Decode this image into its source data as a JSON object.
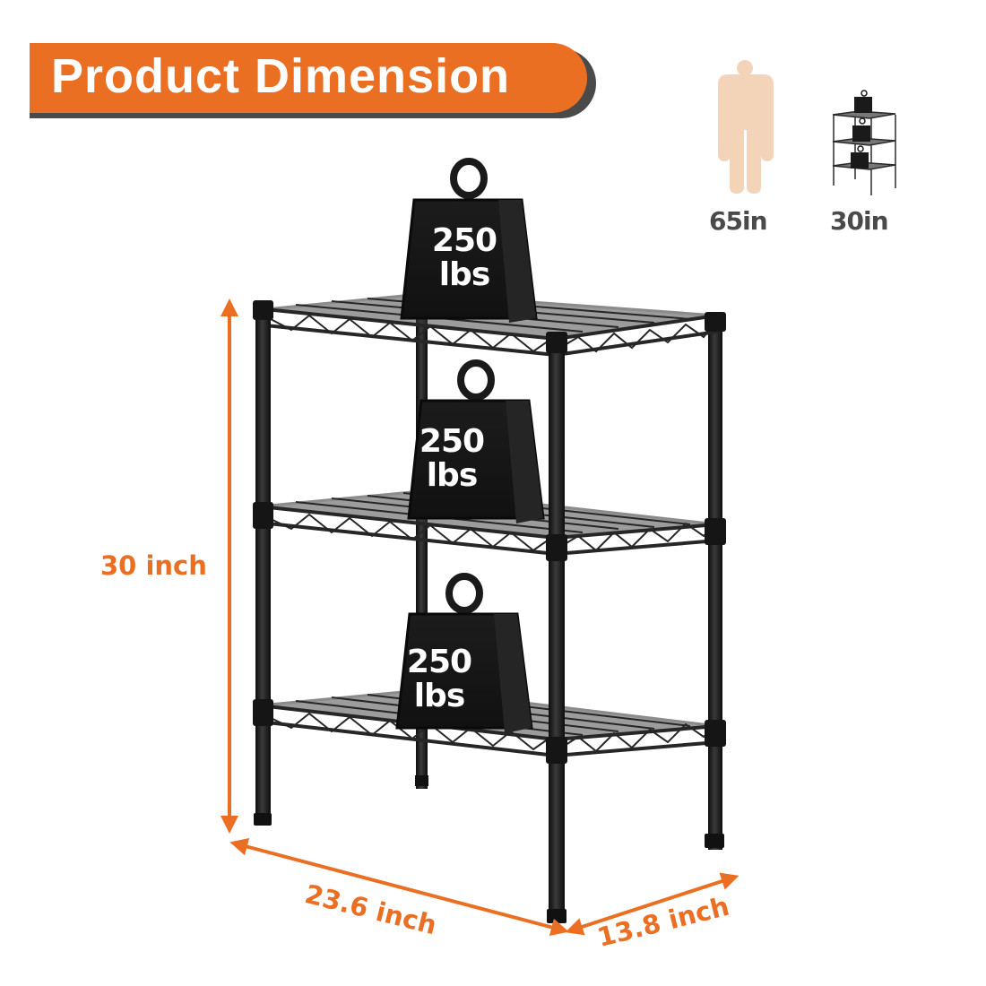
{
  "header": {
    "title": "Product Dimension",
    "accent_color": "#ea6f22",
    "shadow_color": "#4a4a4a"
  },
  "size_comparison": {
    "person": {
      "icon": "person-silhouette-icon",
      "label": "65in",
      "color": "#f3d4b8"
    },
    "shelf": {
      "icon": "mini-shelf-icon",
      "label": "30in"
    }
  },
  "product": {
    "type": "3-tier wire shelving unit",
    "color": "#1c1c1c",
    "tiers": [
      {
        "tier": 1,
        "weight_label_number": "250",
        "weight_label_unit": "lbs"
      },
      {
        "tier": 2,
        "weight_label_number": "250",
        "weight_label_unit": "lbs"
      },
      {
        "tier": 3,
        "weight_label_number": "250",
        "weight_label_unit": "lbs"
      }
    ]
  },
  "dimensions": {
    "height": "30 inch",
    "width": "23.6 inch",
    "depth": "13.8 inch",
    "arrow_color": "#ea6f22"
  }
}
